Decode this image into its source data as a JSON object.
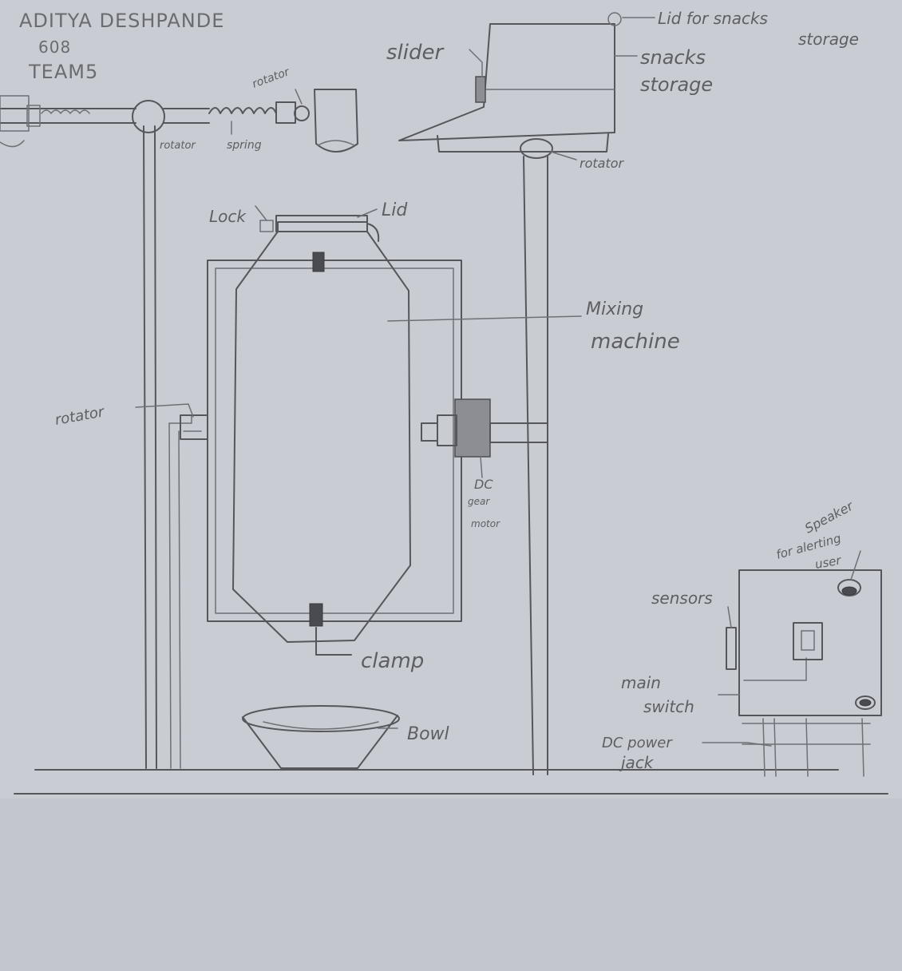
{
  "header": {
    "name": "ADITYA DESHPANDE",
    "roll": "608",
    "team": "TEAM5"
  },
  "labels": {
    "slider": "slider",
    "lid_snacks_1": "Lid for snacks",
    "lid_snacks_2": "storage",
    "snacks_storage_1": "snacks",
    "snacks_storage_2": "storage",
    "rotator_top_right": "rotator",
    "rotator_top_mid": "rotator",
    "rotator_top_left": "rotator",
    "spring": "spring",
    "lock": "Lock",
    "lid": "Lid",
    "mixing_1": "Mixing",
    "mixing_2": "machine",
    "rotator_left": "rotator",
    "dc_1": "DC",
    "dc_2": "gear",
    "dc_3": "motor",
    "clamp": "clamp",
    "bowl": "Bowl",
    "speaker_1": "Speaker",
    "speaker_2": "for alerting",
    "speaker_3": "user",
    "sensors": "sensors",
    "main_1": "main",
    "main_2": "switch",
    "dc_power_1": "DC power",
    "dc_power_2": "jack"
  },
  "colors": {
    "paper": "#c9ccd3",
    "pencil": "#55575c",
    "shading": "#8c8e94"
  }
}
